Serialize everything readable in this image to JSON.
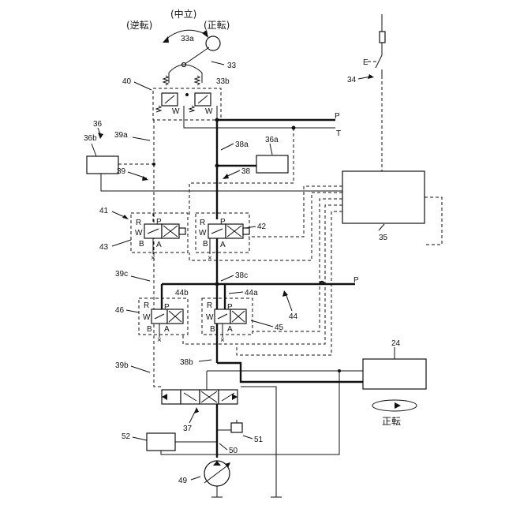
{
  "labels": {
    "neutral": "(中立)",
    "reverse": "(逆転)",
    "forward": "(正転)",
    "rotation_forward": "正転",
    "l33a": "33a",
    "l33": "33",
    "l33b": "33b",
    "l34": "34",
    "l40": "40",
    "l36": "36",
    "l36b": "36b",
    "l39a": "39a",
    "l39": "39",
    "l38a": "38a",
    "l36a": "36a",
    "l38": "38",
    "l35": "35",
    "l41": "41",
    "l43": "43",
    "l42": "42",
    "l39c": "39c",
    "l38c": "38c",
    "l46": "46",
    "l44b": "44b",
    "l44a": "44a",
    "l44": "44",
    "l45": "45",
    "l39b": "39b",
    "l38b": "38b",
    "l24": "24",
    "l37": "37",
    "l52": "52",
    "l51": "51",
    "l50": "50",
    "l49": "49",
    "port_P": "P",
    "port_T": "T"
  },
  "valve_ports": {
    "R": "R",
    "W": "W",
    "B": "B",
    "P": "P",
    "A": "A"
  }
}
